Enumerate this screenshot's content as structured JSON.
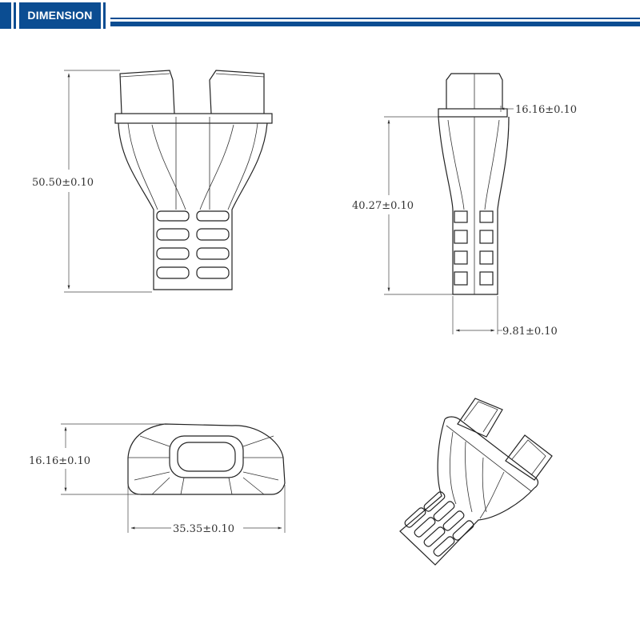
{
  "header": {
    "title": "DIMENSION",
    "color": "#0b4d92"
  },
  "dimensions": {
    "front_height": "50.50±0.10",
    "side_height": "40.27±0.10",
    "side_top_width": "16.16±0.10",
    "side_bottom_width": "9.81±0.10",
    "top_height": "16.16±0.10",
    "top_width": "35.35±0.10"
  }
}
